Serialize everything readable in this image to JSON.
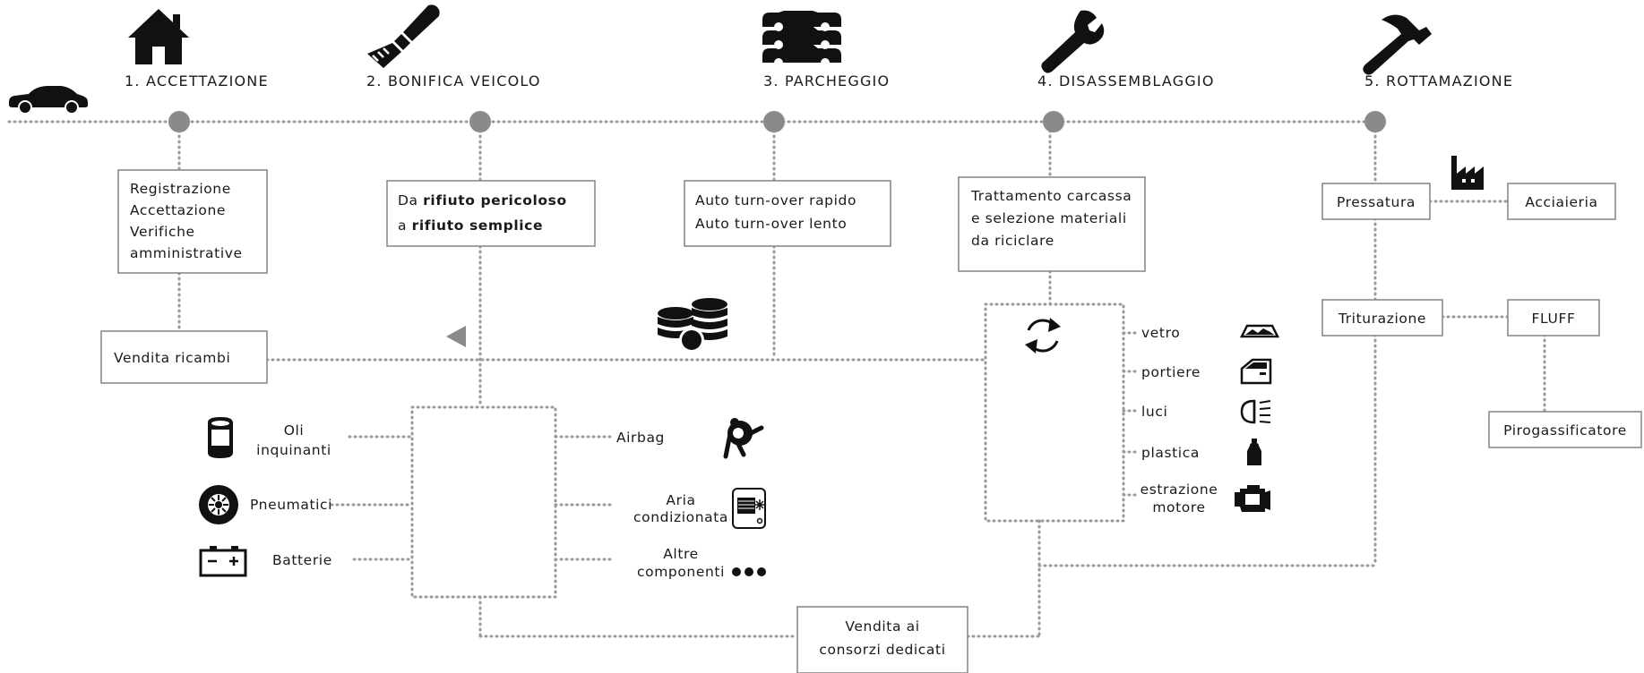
{
  "steps": [
    {
      "label": "1. ACCETTAZIONE",
      "icon": "house-icon"
    },
    {
      "label": "2. BONIFICA VEICOLO",
      "icon": "paintbrush-icon"
    },
    {
      "label": "3. PARCHEGGIO",
      "icon": "stacked-cars-icon"
    },
    {
      "label": "4. DISASSEMBLAGGIO",
      "icon": "wrench-icon"
    },
    {
      "label": "5. ROTTAMAZIONE",
      "icon": "hammer-icon"
    }
  ],
  "boxes": {
    "acceptance": [
      "Registrazione",
      "Accettazione",
      "Verifiche",
      "amministrative"
    ],
    "cleanup": {
      "line1_prefix": "Da ",
      "line1_bold": "rifiuto pericoloso",
      "line2_prefix": "a ",
      "line2_bold": "rifiuto semplice"
    },
    "parking": [
      "Auto turn-over rapido",
      "Auto turn-over lento"
    ],
    "disassembly": [
      "Trattamento carcassa",
      "e selezione materiali",
      "da riciclare"
    ],
    "spare_parts": "Vendita ricambi",
    "consortia": [
      "Vendita ai",
      "consorzi dedicati"
    ],
    "pressing": "Pressatura",
    "steelworks": "Acciaieria",
    "shredding": "Triturazione",
    "fluff": "FLUFF",
    "gasifier": "Pirogassificatore"
  },
  "hazardous_left": [
    {
      "label": [
        "Oli",
        "inquinanti"
      ],
      "icon": "oil-drum-icon"
    },
    {
      "label": [
        "Pneumatici"
      ],
      "icon": "tire-icon"
    },
    {
      "label": [
        "Batterie"
      ],
      "icon": "battery-icon"
    }
  ],
  "hazardous_right": [
    {
      "label": [
        "Airbag"
      ],
      "icon": "airbag-icon"
    },
    {
      "label": [
        "Aria",
        "condizionata"
      ],
      "icon": "air-conditioner-icon"
    },
    {
      "label": [
        "Altre",
        "componenti"
      ],
      "icon": "more-dots-icon"
    }
  ],
  "materials": [
    {
      "label": [
        "vetro"
      ],
      "icon": "windshield-icon"
    },
    {
      "label": [
        "portiere"
      ],
      "icon": "car-door-icon"
    },
    {
      "label": [
        "luci"
      ],
      "icon": "headlight-icon"
    },
    {
      "label": [
        "plastica"
      ],
      "icon": "plastic-bottle-icon"
    },
    {
      "label": [
        "estrazione",
        "motore"
      ],
      "icon": "engine-icon"
    }
  ],
  "icons": {
    "car": "car-icon",
    "coins": "coins-icon",
    "recycle": "recycle-icon",
    "factory": "factory-icon",
    "arrow": "arrow-left-icon"
  },
  "colors": {
    "ink": "#111111",
    "line": "#9a9a9a",
    "node": "#8a8a8a",
    "box_border": "#8a8a8a"
  }
}
